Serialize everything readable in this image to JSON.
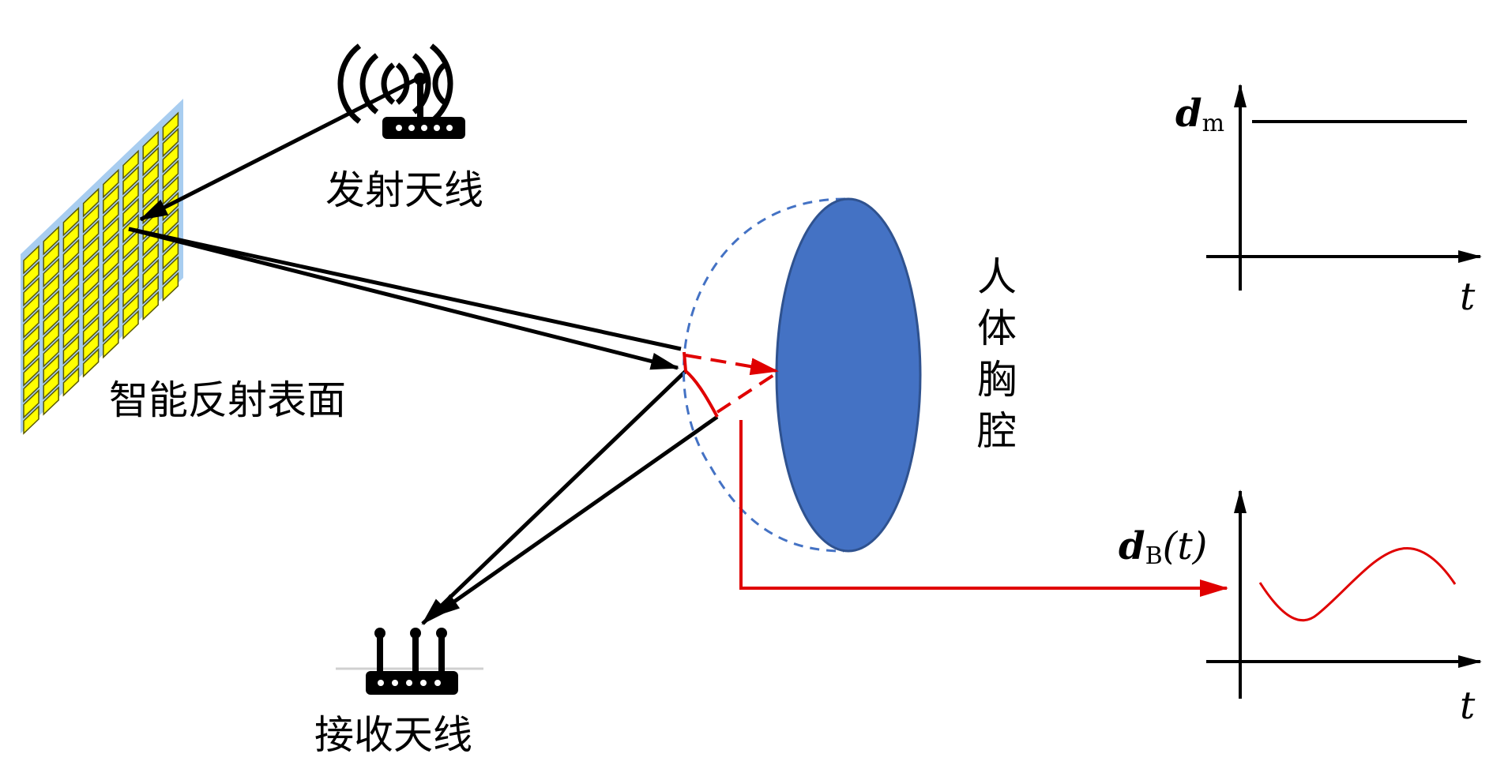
{
  "labels": {
    "transmit_antenna": "发射天线",
    "receive_antenna": "接收天线",
    "ris": "智能反射表面",
    "chest": [
      "人",
      "体",
      "胸",
      "腔"
    ]
  },
  "graph_top": {
    "symbol": "d",
    "subscript": "m",
    "x_axis": "t"
  },
  "graph_bottom": {
    "symbol": "d",
    "subscript": "B",
    "argument": "(t)",
    "x_axis": "t"
  },
  "colors": {
    "ris_panel": "#a8cdf0",
    "ris_element": "#ffff00",
    "ris_element_border": "#5a5a00",
    "chest": "#4472c4",
    "chest_outline": "#2f528f",
    "signal_red": "#e00000",
    "arrow_black": "#000000"
  },
  "icons": {
    "transmitter": "wifi-router-icon",
    "receiver": "router-antennas-icon"
  }
}
